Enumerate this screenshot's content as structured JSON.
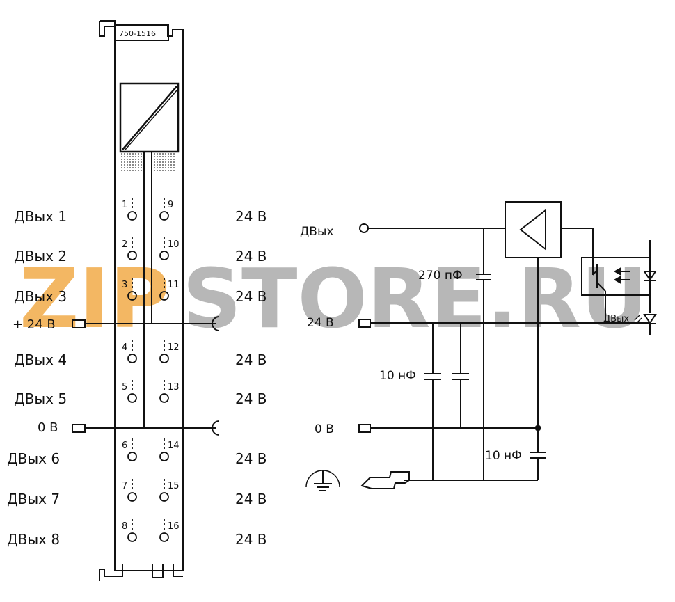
{
  "module": {
    "part_number": "750-1516"
  },
  "left_labels": [
    "ДВых 1",
    "ДВых 2",
    "ДВых 3",
    "+ 24 В",
    "ДВых 4",
    "ДВых 5",
    "0 В",
    "ДВых 6",
    "ДВых 7",
    "ДВых 8"
  ],
  "right_labels": [
    "24 В",
    "24 В",
    "24 В",
    "24 В",
    "24 В",
    "24 В",
    "24 В",
    "24 В"
  ],
  "terminal_numbers_left": [
    "1",
    "2",
    "3",
    "4",
    "5",
    "6",
    "7",
    "8"
  ],
  "terminal_numbers_right": [
    "9",
    "10",
    "11",
    "12",
    "13",
    "14",
    "15",
    "16"
  ],
  "schematic": {
    "out_label": "ДВых",
    "cap_270": "270 пФ",
    "supply_label": "24 В",
    "cap_10_a": "10 нФ",
    "zero_label": "0 В",
    "cap_10_b": "10 нФ",
    "led_label": "ДВых"
  },
  "watermark": {
    "part1": "ZIP",
    "part2": "STORE.RU",
    "color1": "#f0a030",
    "color2": "#9a9a9a"
  }
}
